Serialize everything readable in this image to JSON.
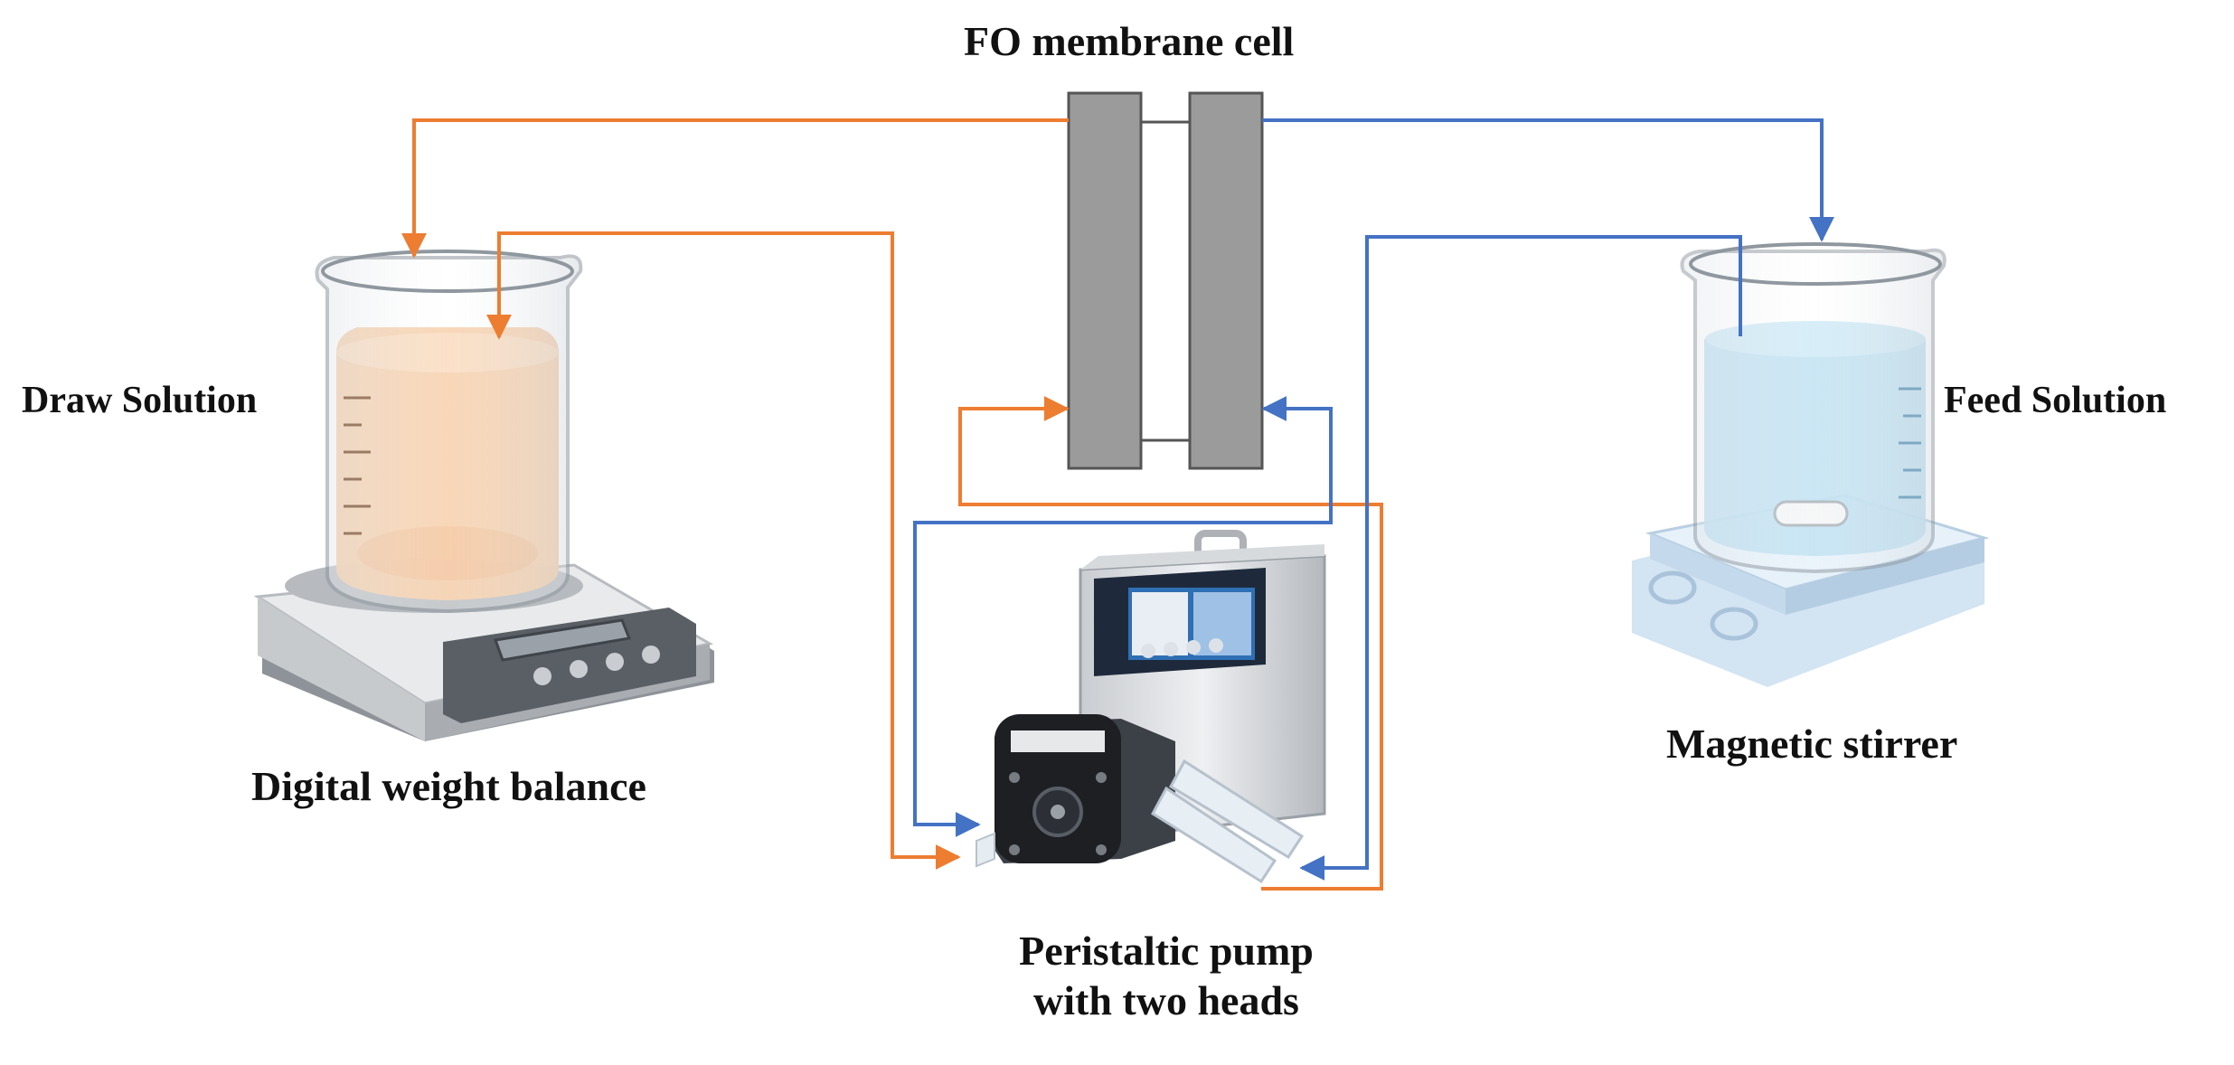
{
  "labels": {
    "membrane_cell": "FO membrane cell",
    "draw_solution": "Draw Solution",
    "feed_solution": "Feed Solution",
    "balance": "Digital weight balance",
    "stirrer": "Magnetic stirrer",
    "pump_line1": "Peristaltic pump",
    "pump_line2": "with two heads"
  },
  "colors": {
    "draw_loop": "#ED7D31",
    "feed_loop": "#4472C4",
    "membrane_plate": "#9B9B9B",
    "draw_liquid": "#F6C9A0",
    "feed_liquid": "#B7DDF0"
  },
  "icons": [
    "membrane-cell-icon",
    "beaker-draw-icon",
    "digital-balance-icon",
    "beaker-feed-icon",
    "magnetic-stirrer-icon",
    "peristaltic-pump-icon"
  ]
}
